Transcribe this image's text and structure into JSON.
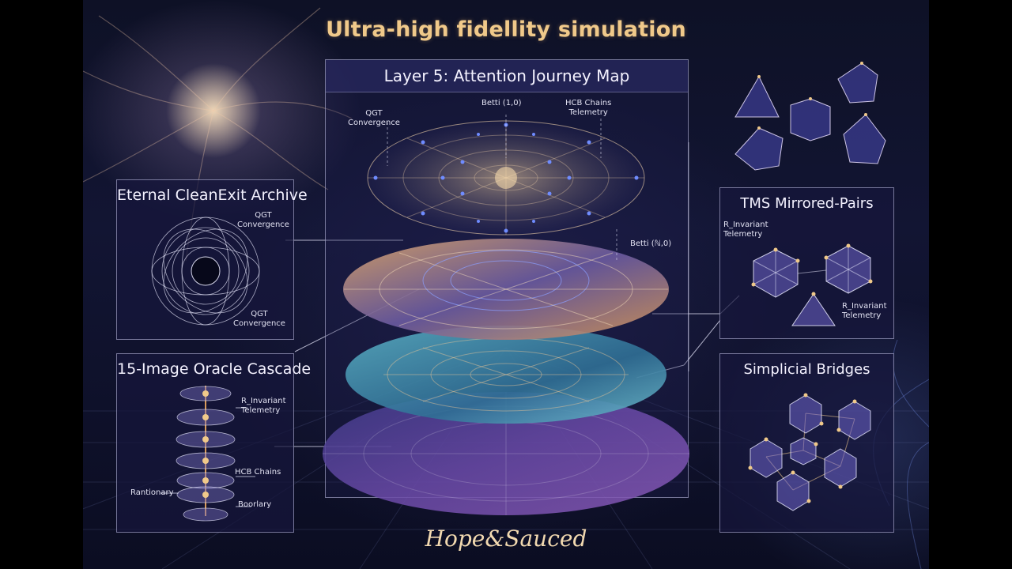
{
  "page": {
    "title": "Ultra-high fidellity simulation",
    "brand": "Hope&Sauced"
  },
  "main_panel": {
    "title": "Layer 5: Attention Journey Map",
    "labels": {
      "qgt_convergence": "QGT\nConvergence",
      "betti_top": "Betti (1,0)",
      "hcb_chains": "HCB Chains\nTelemetry",
      "betti_right": "Betti (ℕ,0)"
    }
  },
  "archive_panel": {
    "title": "Eternal CleanExit Archive",
    "label_top": "QGT\nConvergence",
    "label_bottom": "QGT\nConvergence"
  },
  "cascade_panel": {
    "title": "15-Image Oracle Cascade",
    "label_r_invariant": "R_Invariant\nTelemetry",
    "label_hcb": "HCB Chains",
    "label_left": "Rantionary",
    "label_boundary": "Boorlary"
  },
  "tms_panel": {
    "title": "TMS Mirrored-Pairs",
    "label_top_left": "R_Invariant\nTelemetry",
    "label_bottom_right": "R_Invariant\nTelemetry"
  },
  "bridges_panel": {
    "title": "Simplicial Bridges"
  },
  "colors": {
    "title_gold": "#f0c98a",
    "disk_orange": "#d89a5a",
    "disk_teal": "#3f8ea8",
    "disk_violet": "#6a4aa8",
    "node_blue": "#6f8cff"
  }
}
